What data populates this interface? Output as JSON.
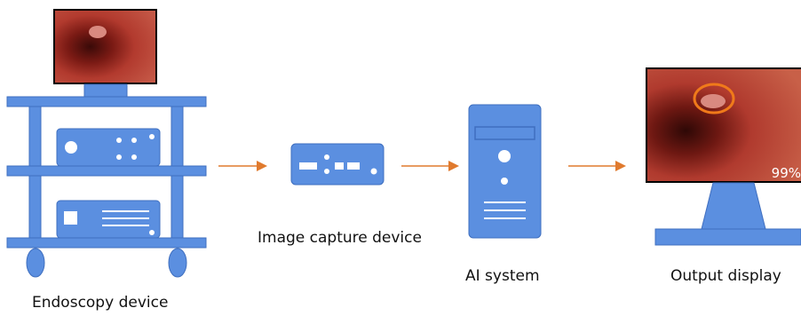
{
  "labels": {
    "endoscopy": "Endoscopy device",
    "capture": "Image capture device",
    "ai": "AI system",
    "output": "Output display"
  },
  "detection_confidence": "99%",
  "colors": {
    "device_fill": "#5b8fe0",
    "device_stroke": "#3f6fbf",
    "arrow": "#e07a2e",
    "detection_circle": "#f07a1a",
    "tissue": "#b0352e"
  },
  "icons": [
    "endoscope-cart-icon",
    "capture-box-icon",
    "computer-tower-icon",
    "monitor-icon"
  ]
}
